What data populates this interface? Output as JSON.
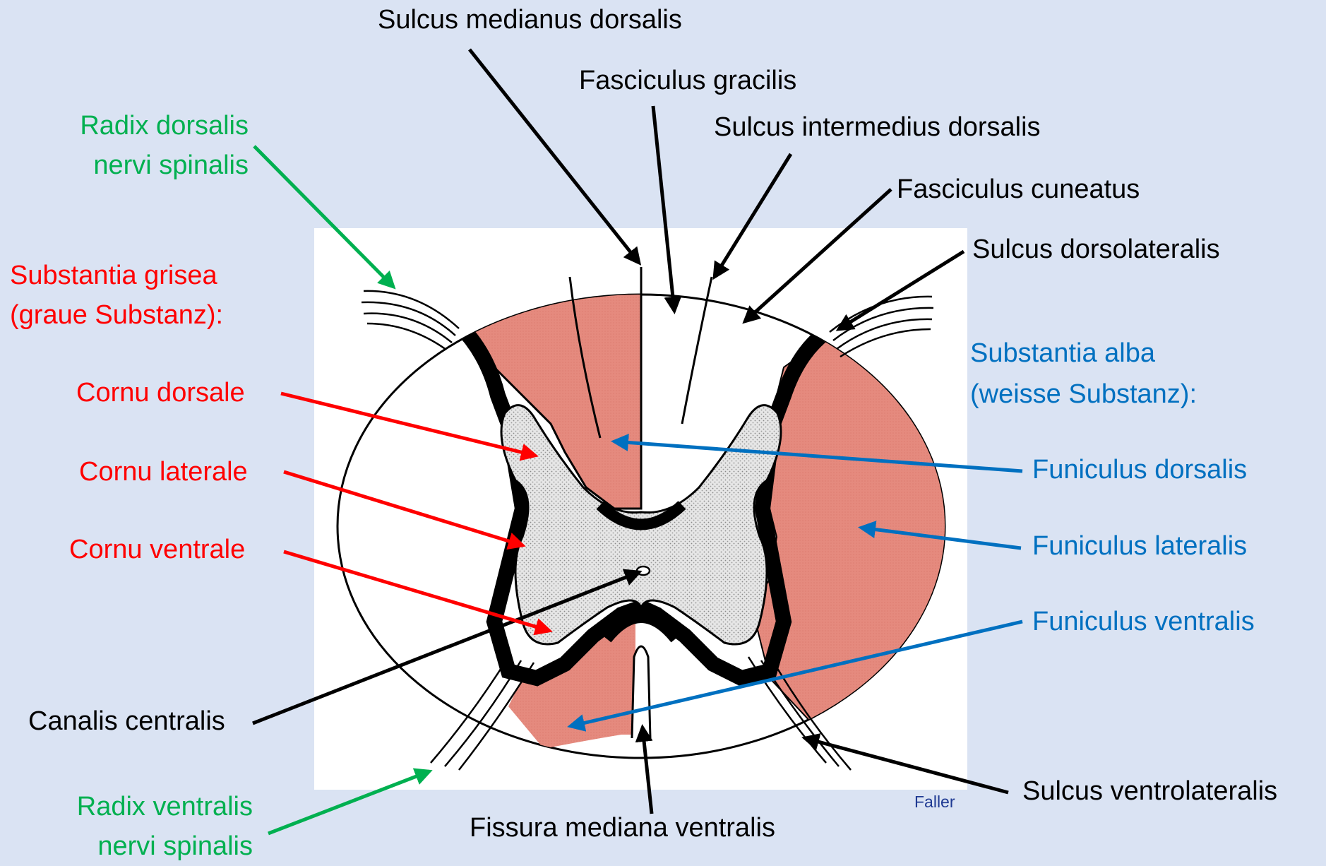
{
  "colors": {
    "background": "#dae3f3",
    "black_labels": "#000000",
    "grey_matter_labels": "#ff0000",
    "root_labels": "#00b050",
    "white_matter_labels": "#0070c0",
    "funiculus_fill": "#e58a7e",
    "grey_matter_fill": "#d9d9d9"
  },
  "labels": {
    "sulcus_medianus_dorsalis": "Sulcus medianus dorsalis",
    "fasciculus_gracilis": "Fasciculus gracilis",
    "sulcus_intermedius_dorsalis": "Sulcus intermedius dorsalis",
    "fasciculus_cuneatus": "Fasciculus cuneatus",
    "sulcus_dorsolateralis": "Sulcus dorsolateralis",
    "radix_dorsalis_line1": "Radix dorsalis",
    "radix_dorsalis_line2": "nervi spinalis",
    "substantia_grisea_line1": "Substantia grisea",
    "substantia_grisea_line2": "(graue Substanz):",
    "cornu_dorsale": "Cornu dorsale",
    "cornu_laterale": "Cornu laterale",
    "cornu_ventrale": "Cornu ventrale",
    "substantia_alba_line1": "Substantia alba",
    "substantia_alba_line2": "(weisse Substanz):",
    "funiculus_dorsalis": "Funiculus dorsalis",
    "funiculus_lateralis": "Funiculus lateralis",
    "funiculus_ventralis": "Funiculus ventralis",
    "canalis_centralis": "Canalis centralis",
    "radix_ventralis_line1": "Radix ventralis",
    "radix_ventralis_line2": "nervi spinalis",
    "fissura_mediana_ventralis": "Fissura mediana ventralis",
    "sulcus_ventrolateralis": "Sulcus ventrolateralis",
    "credit": "Faller"
  }
}
